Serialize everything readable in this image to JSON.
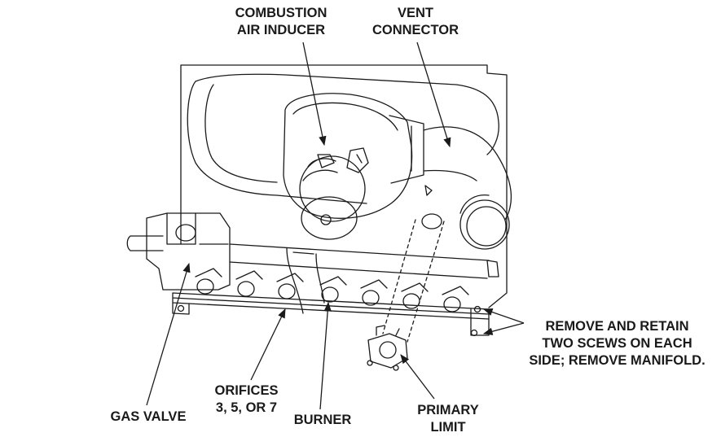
{
  "labels": {
    "combustion_air_inducer": [
      "COMBUSTION",
      "AIR INDUCER"
    ],
    "vent_connector": [
      "VENT",
      "CONNECTOR"
    ],
    "remove_instruction": [
      "REMOVE AND RETAIN",
      "TWO SCEWS ON EACH",
      "SIDE; REMOVE MANIFOLD."
    ],
    "orifices": [
      "ORIFICES",
      "3, 5, OR 7"
    ],
    "gas_valve": "GAS VALVE",
    "burner": "BURNER",
    "primary_limit": [
      "PRIMARY",
      "LIMIT"
    ]
  },
  "colors": {
    "ink": "#1a1a1a",
    "background": "#ffffff"
  }
}
